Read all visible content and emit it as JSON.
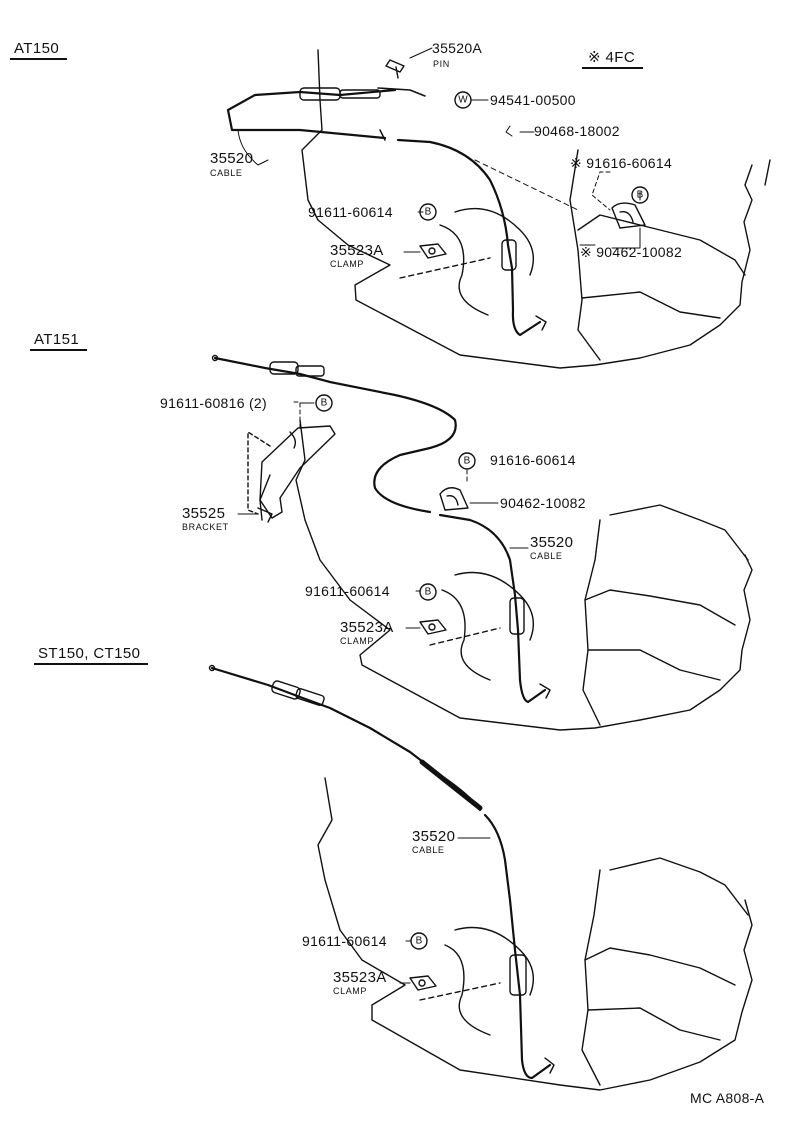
{
  "sections": {
    "at150": "AT150",
    "at151": "AT151",
    "st150": "ST150, CT150",
    "note": "※ 4FC"
  },
  "at150": {
    "pin": "35520A",
    "pin_sub": "PIN",
    "washer": "94541-00500",
    "clip": "90468-18002",
    "bolt_4fc": "※ 91616-60614",
    "clamp_4fc": "※ 90462-10082",
    "cable": "35520",
    "cable_sub": "CABLE",
    "clamp_bolt": "91611-60614",
    "clamp": "35523A",
    "clamp_sub": "CLAMP"
  },
  "at151": {
    "bracket_bolt": "91611-60816 (2)",
    "bolt": "91616-60614",
    "clamp2": "90462-10082",
    "bracket": "35525",
    "bracket_sub": "BRACKET",
    "cable": "35520",
    "cable_sub": "CABLE",
    "clamp_bolt": "91611-60614",
    "clamp": "35523A",
    "clamp_sub": "CLAMP"
  },
  "st150": {
    "cable": "35520",
    "cable_sub": "CABLE",
    "clamp_bolt": "91611-60614",
    "clamp": "35523A",
    "clamp_sub": "CLAMP"
  },
  "symbols": {
    "b": "B",
    "w": "W"
  },
  "footer": "MC A808-A"
}
